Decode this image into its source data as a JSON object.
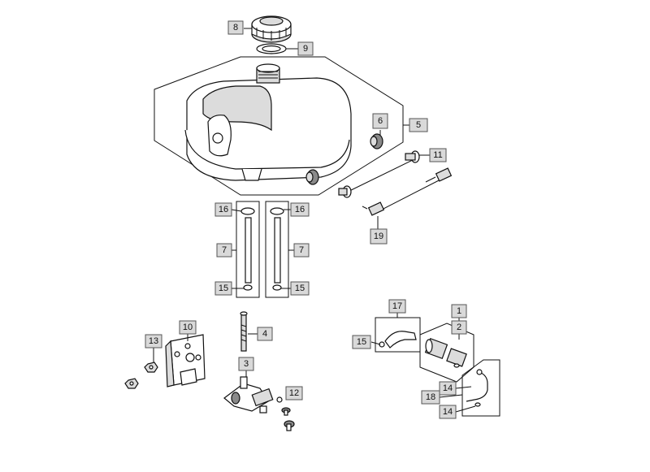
{
  "callouts": {
    "c1": "1",
    "c2": "2",
    "c3": "3",
    "c4": "4",
    "c5": "5",
    "c6": "6",
    "c7a": "7",
    "c7b": "7",
    "c8": "8",
    "c9": "9",
    "c10": "10",
    "c11": "11",
    "c12": "12",
    "c13": "13",
    "c14a": "14",
    "c14b": "14",
    "c15a": "15",
    "c15b": "15",
    "c15c": "15",
    "c16a": "16",
    "c16b": "16",
    "c17": "17",
    "c18": "18",
    "c19": "19"
  }
}
